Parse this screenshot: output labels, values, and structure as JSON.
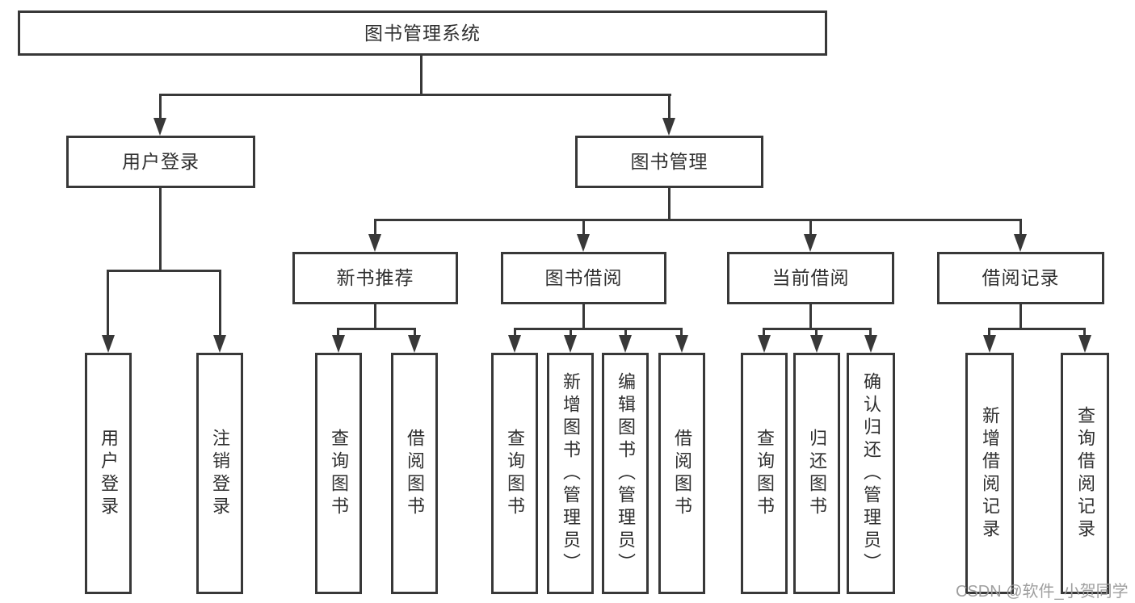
{
  "colors": {
    "line": "#383838",
    "text": "#2f2f2f",
    "background": "#ffffff",
    "watermark": "#9a9a9a"
  },
  "diagram": {
    "root": {
      "label": "图书管理系统",
      "children": [
        {
          "label": "用户登录",
          "children": [
            {
              "label": "用户登录"
            },
            {
              "label": "注销登录"
            }
          ]
        },
        {
          "label": "图书管理",
          "children": [
            {
              "label": "新书推荐",
              "children": [
                {
                  "label": "查询图书"
                },
                {
                  "label": "借阅图书"
                }
              ]
            },
            {
              "label": "图书借阅",
              "children": [
                {
                  "label": "查询图书"
                },
                {
                  "label": "新增图书（管理员）"
                },
                {
                  "label": "编辑图书（管理员）"
                },
                {
                  "label": "借阅图书"
                }
              ]
            },
            {
              "label": "当前借阅",
              "children": [
                {
                  "label": "查询图书"
                },
                {
                  "label": "归还图书"
                },
                {
                  "label": "确认归还（管理员）"
                }
              ]
            },
            {
              "label": "借阅记录",
              "children": [
                {
                  "label": "新增借阅记录"
                },
                {
                  "label": "查询借阅记录"
                }
              ]
            }
          ]
        }
      ]
    }
  },
  "watermark": {
    "text": "CSDN @软件_小贺同学"
  }
}
